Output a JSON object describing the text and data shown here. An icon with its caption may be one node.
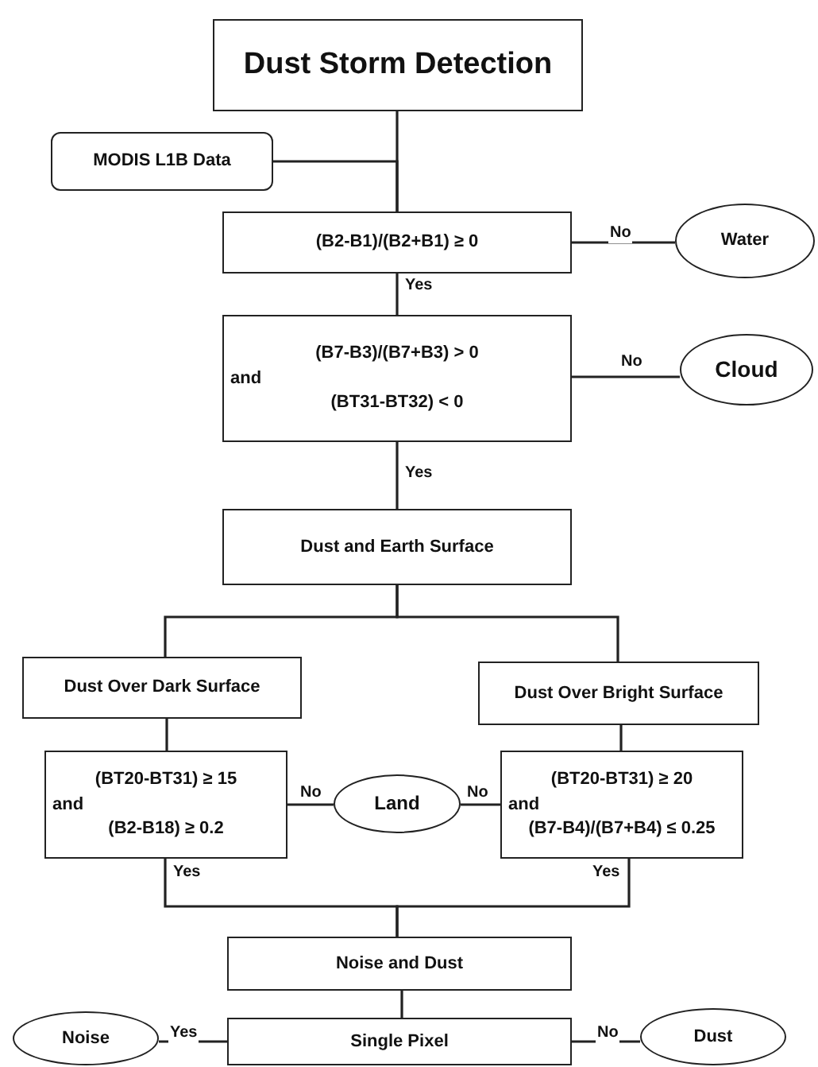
{
  "diagram": {
    "nodes": [
      {
        "text": [
          "Dust Storm Detection"
        ]
      },
      {
        "text": [
          "MODIS L1B Data"
        ]
      },
      {
        "text": [
          "(B2-B1)/(B2+B1) ≥ 0"
        ]
      },
      {
        "text": [
          "Water"
        ]
      },
      {
        "text": [
          "(B7-B3)/(B7+B3) > 0",
          "and",
          "(BT31-BT32) < 0"
        ]
      },
      {
        "text": [
          "Cloud"
        ]
      },
      {
        "text": [
          "Dust and Earth Surface"
        ]
      },
      {
        "text": [
          "Dust Over Dark Surface"
        ]
      },
      {
        "text": [
          "Dust Over Bright Surface"
        ]
      },
      {
        "text": [
          "(BT20-BT31) ≥ 15",
          "and",
          "(B2-B18) ≥ 0.2"
        ]
      },
      {
        "text": [
          "Land"
        ]
      },
      {
        "text": [
          "(BT20-BT31) ≥ 20",
          "and",
          "(B7-B4)/(B7+B4) ≤ 0.25"
        ]
      },
      {
        "text": [
          "Noise and Dust"
        ]
      },
      {
        "text": [
          "Single Pixel"
        ]
      },
      {
        "text": [
          "Noise"
        ]
      },
      {
        "text": [
          "Dust"
        ]
      }
    ],
    "edges": [
      {
        "from": 0,
        "to": 2,
        "arrow": "none"
      },
      {
        "from": 1,
        "to": 2,
        "arrow": "none"
      },
      {
        "from": 2,
        "to": 3,
        "arrow": "none",
        "label": "No"
      },
      {
        "from": 2,
        "to": 4,
        "arrow": "none",
        "label": "Yes"
      },
      {
        "from": 4,
        "to": 5,
        "arrow": "none",
        "label": "No"
      },
      {
        "from": 4,
        "to": 6,
        "arrow": "none",
        "label": "Yes"
      },
      {
        "from": 6,
        "to": 7,
        "arrow": "none"
      },
      {
        "from": 6,
        "to": 8,
        "arrow": "none"
      },
      {
        "from": 7,
        "to": 9,
        "arrow": "none"
      },
      {
        "from": 8,
        "to": 11,
        "arrow": "none"
      },
      {
        "from": 9,
        "to": 10,
        "arrow": "none",
        "label": "No"
      },
      {
        "from": 11,
        "to": 10,
        "arrow": "none",
        "label": "No"
      },
      {
        "from": 9,
        "to": 12,
        "arrow": "none",
        "label": "Yes"
      },
      {
        "from": 11,
        "to": 12,
        "arrow": "none",
        "label": "Yes"
      },
      {
        "from": 12,
        "to": 13,
        "arrow": "none"
      },
      {
        "from": 13,
        "to": 14,
        "arrow": "none",
        "label": "Yes"
      },
      {
        "from": 13,
        "to": 15,
        "arrow": "none",
        "label": "No"
      }
    ]
  }
}
